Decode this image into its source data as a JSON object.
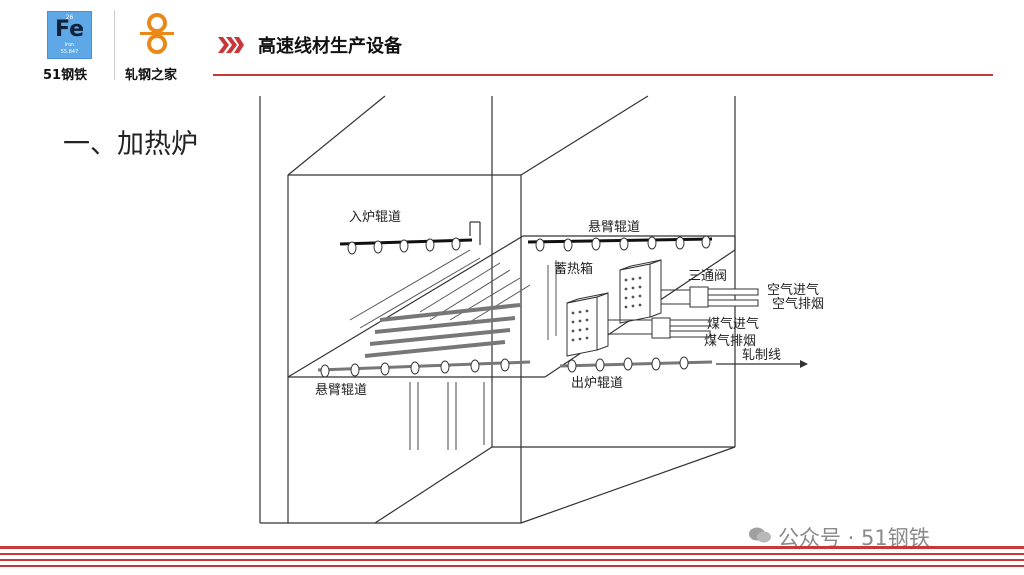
{
  "header": {
    "logo_fe": {
      "number": "26",
      "symbol": "Fe",
      "name": "Iron",
      "weight": "55.847"
    },
    "logo_fe_label": "51钢铁",
    "logo_rolling_label": "轧钢之家",
    "title": "高速线材生产设备",
    "accent": "#c83838"
  },
  "section_heading": "一、加热炉",
  "diagram": {
    "labels": {
      "entry_roller": "入炉辊道",
      "cantilever_top": "悬臂辊道",
      "regenerator": "蓄热箱",
      "three_way_valve": "三通阀",
      "air_in": "空气进气",
      "air_exhaust": "空气排烟",
      "gas_in": "煤气进气",
      "gas_exhaust": "煤气排烟",
      "rolling_line": "轧制线",
      "cantilever_bottom": "悬臂辊道",
      "exit_roller": "出炉辊道"
    }
  },
  "watermark": "公众号 · 51钢铁"
}
